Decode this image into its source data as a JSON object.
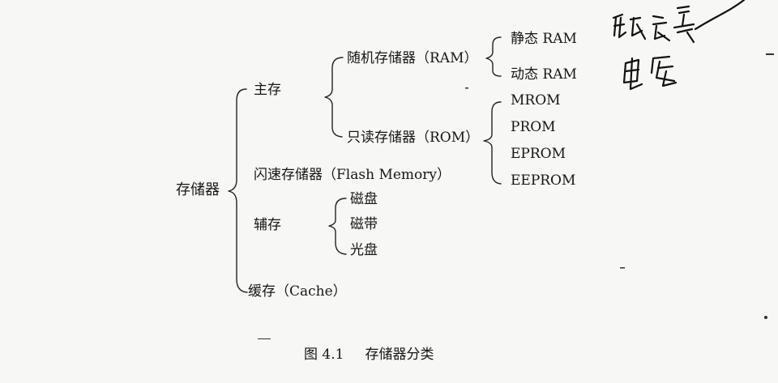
{
  "diagram": {
    "root": "存储器",
    "level1": {
      "main": "主存",
      "flash": "闪速存储器（Flash Memory）",
      "aux": "辅存",
      "cache": "缓存（Cache）"
    },
    "level2": {
      "ram": "随机存储器（RAM）",
      "rom": "只读存储器（ROM）",
      "disk": "磁盘",
      "tape": "磁带",
      "optical": "光盘"
    },
    "level3": {
      "sram": "静态 RAM",
      "dram": "动态 RAM",
      "mrom": "MROM",
      "prom": "PROM",
      "eprom": "EPROM",
      "eeprom": "EEPROM"
    }
  },
  "caption": {
    "number": "图 4.1",
    "title": "存储器分类"
  },
  "annotation": {
    "line1": "触发器",
    "line2": "电容"
  }
}
